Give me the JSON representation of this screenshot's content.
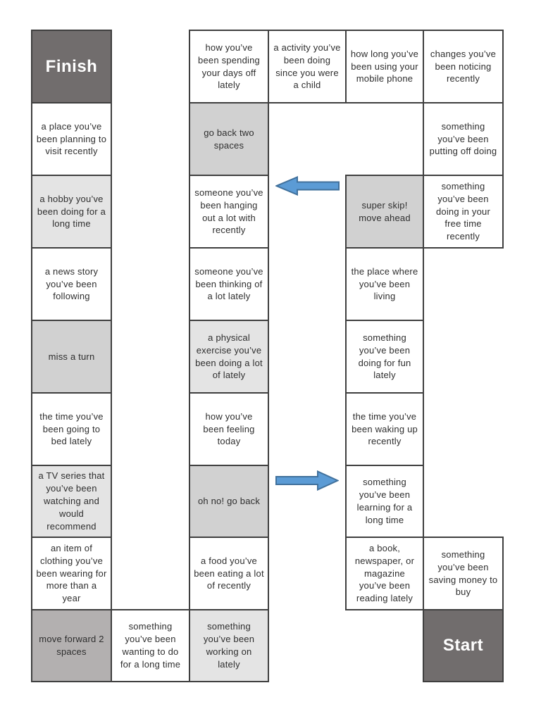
{
  "board": {
    "colors": {
      "cell_border": "#3f3f3f",
      "cell_text": "#2e2e2e",
      "white_cell": "#ffffff",
      "light_cell": "#e4e4e4",
      "mid_cell": "#d1d1d1",
      "dark_cell": "#b3b0b0",
      "endpoint_cell": "#716d6d",
      "endpoint_text": "#ffffff",
      "arrow_fill": "#5b9bd5",
      "arrow_stroke": "#41719c"
    },
    "cells": [
      {
        "row": 0,
        "col": 0,
        "text": "Finish",
        "variant": "endpoint",
        "name": "finish-cell"
      },
      {
        "row": 0,
        "col": 2,
        "text": "how you’ve been spending your days off lately",
        "variant": "white"
      },
      {
        "row": 0,
        "col": 3,
        "text": "a activity you’ve been doing since you were a child",
        "variant": "white"
      },
      {
        "row": 0,
        "col": 4,
        "text": "how long you’ve been using your mobile phone",
        "variant": "white"
      },
      {
        "row": 0,
        "col": 5,
        "text": "changes you’ve been noticing recently",
        "variant": "white"
      },
      {
        "row": 1,
        "col": 0,
        "text": "a place you’ve been planning to visit recently",
        "variant": "white"
      },
      {
        "row": 1,
        "col": 2,
        "text": "go back two spaces",
        "variant": "mid"
      },
      {
        "row": 1,
        "col": 5,
        "text": "something you’ve been putting off doing",
        "variant": "white"
      },
      {
        "row": 2,
        "col": 0,
        "text": "a hobby you’ve been doing for a long time",
        "variant": "light"
      },
      {
        "row": 2,
        "col": 2,
        "text": "someone you’ve been hanging out a lot with recently",
        "variant": "white"
      },
      {
        "row": 2,
        "col": 4,
        "text": "super skip! move ahead",
        "variant": "mid"
      },
      {
        "row": 2,
        "col": 5,
        "text": "something you’ve been doing in your free time recently",
        "variant": "white"
      },
      {
        "row": 3,
        "col": 0,
        "text": "a news story you’ve been following",
        "variant": "white"
      },
      {
        "row": 3,
        "col": 2,
        "text": "someone you’ve been thinking of a lot lately",
        "variant": "white"
      },
      {
        "row": 3,
        "col": 4,
        "text": "the place where you’ve been living",
        "variant": "white"
      },
      {
        "row": 4,
        "col": 0,
        "text": "miss a turn",
        "variant": "mid"
      },
      {
        "row": 4,
        "col": 2,
        "text": "a physical exercise you’ve been doing a lot of lately",
        "variant": "light"
      },
      {
        "row": 4,
        "col": 4,
        "text": "something you’ve been doing for fun lately",
        "variant": "white"
      },
      {
        "row": 5,
        "col": 0,
        "text": "the time you’ve been going to bed lately",
        "variant": "white"
      },
      {
        "row": 5,
        "col": 2,
        "text": "how you’ve been feeling today",
        "variant": "white"
      },
      {
        "row": 5,
        "col": 4,
        "text": "the time you’ve been waking up recently",
        "variant": "white"
      },
      {
        "row": 6,
        "col": 0,
        "text": "a TV series that you’ve been watching and would recommend",
        "variant": "light"
      },
      {
        "row": 6,
        "col": 2,
        "text": "oh no! go back",
        "variant": "mid"
      },
      {
        "row": 6,
        "col": 4,
        "text": "something you’ve been learning for a long time",
        "variant": "white"
      },
      {
        "row": 7,
        "col": 0,
        "text": "an item of clothing you’ve been wearing for more than a year",
        "variant": "white"
      },
      {
        "row": 7,
        "col": 2,
        "text": "a food you’ve been eating a lot of recently",
        "variant": "white"
      },
      {
        "row": 7,
        "col": 4,
        "text": "a book, newspaper, or magazine you’ve been reading lately",
        "variant": "white"
      },
      {
        "row": 7,
        "col": 5,
        "text": "something you’ve been saving money to buy",
        "variant": "white"
      },
      {
        "row": 8,
        "col": 0,
        "text": "move forward 2 spaces",
        "variant": "dark"
      },
      {
        "row": 8,
        "col": 1,
        "text": "something you’ve been wanting to do for a long time",
        "variant": "white"
      },
      {
        "row": 8,
        "col": 2,
        "text": "something you’ve been working on lately",
        "variant": "light"
      },
      {
        "row": 8,
        "col": 5,
        "text": "Start",
        "variant": "endpoint",
        "name": "start-cell"
      }
    ]
  },
  "arrows": [
    {
      "icon": "arrow-left-icon",
      "direction": "left"
    },
    {
      "icon": "arrow-right-icon",
      "direction": "right"
    }
  ]
}
